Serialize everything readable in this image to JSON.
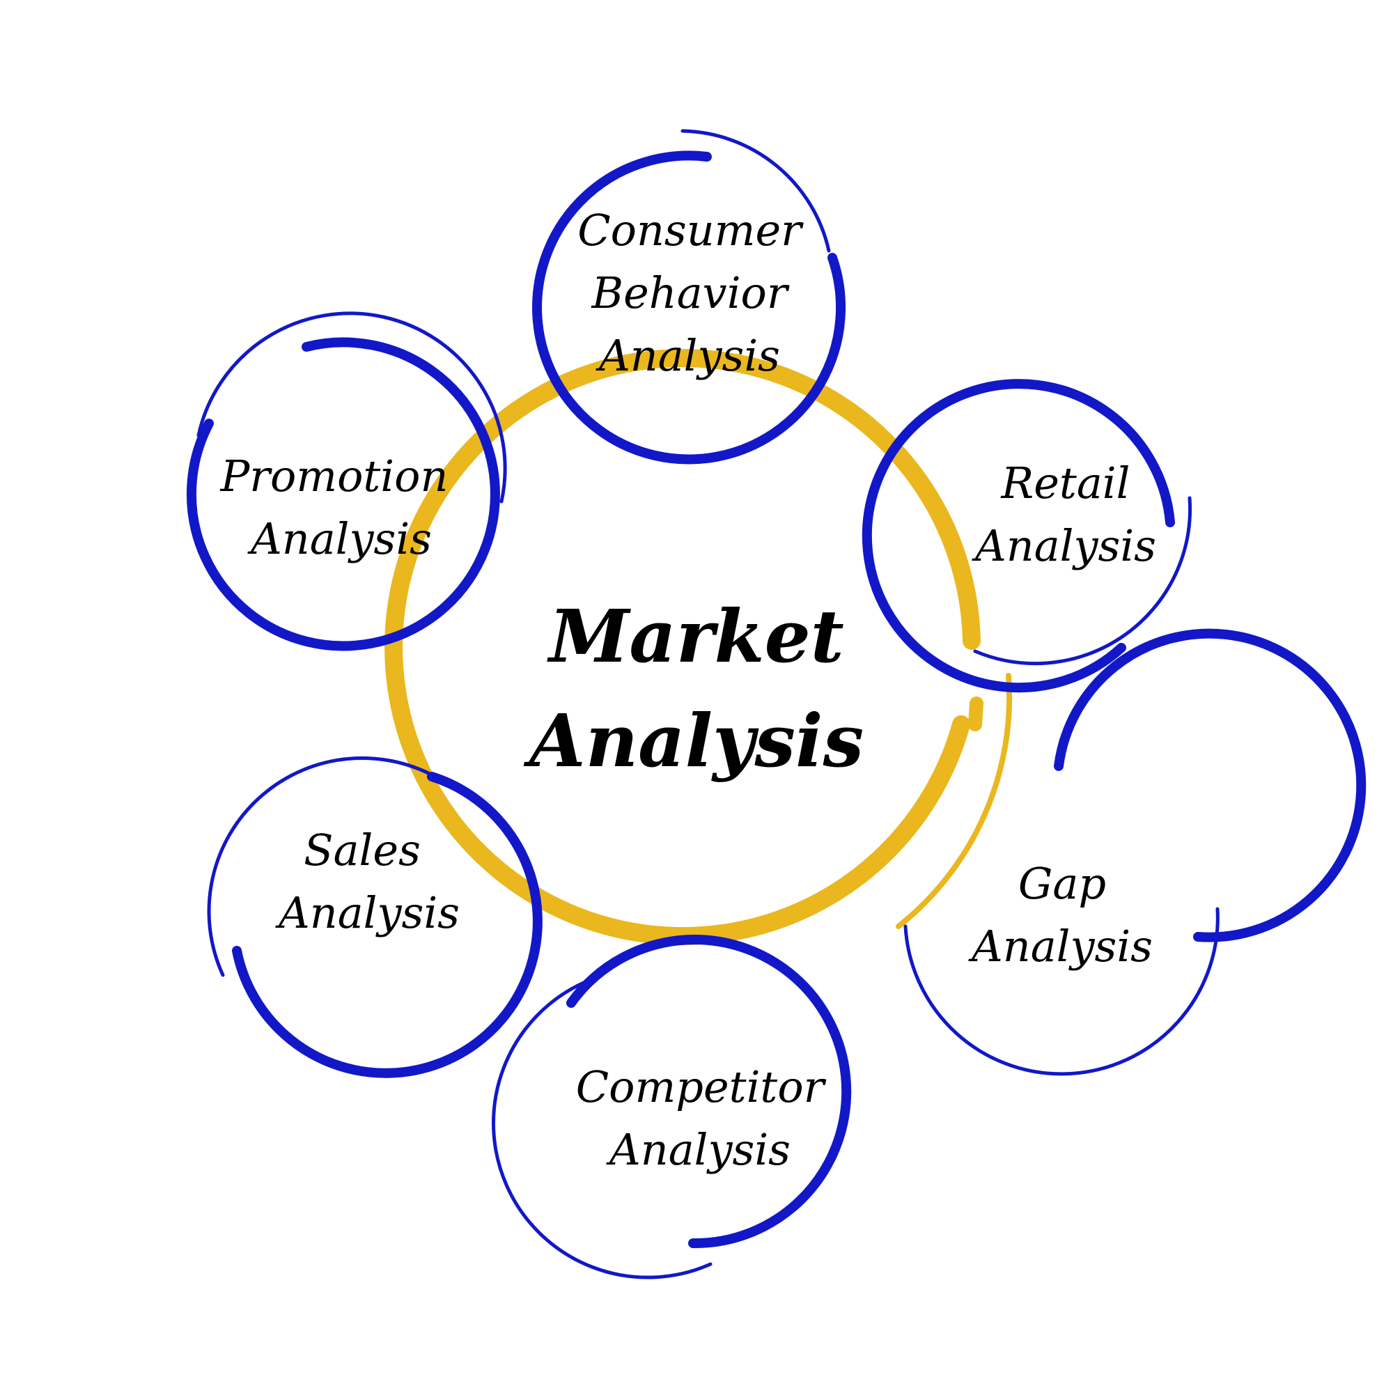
{
  "colors": {
    "background": "#ffffff",
    "center_ring": "#eab71e",
    "outer_ring": "#1218c8",
    "text": "#000000"
  },
  "center": {
    "lines": [
      "Market",
      "Analysis"
    ]
  },
  "nodes": [
    {
      "id": "consumer-behavior",
      "lines": [
        "Consumer",
        "Behavior",
        "Analysis"
      ]
    },
    {
      "id": "retail",
      "lines": [
        "Retail",
        "Analysis"
      ]
    },
    {
      "id": "gap",
      "lines": [
        "Gap",
        "Analysis"
      ]
    },
    {
      "id": "competitor",
      "lines": [
        "Competitor",
        "Analysis"
      ]
    },
    {
      "id": "sales",
      "lines": [
        "Sales",
        "Analysis"
      ]
    },
    {
      "id": "promotion",
      "lines": [
        "Promotion",
        "Analysis"
      ]
    }
  ]
}
